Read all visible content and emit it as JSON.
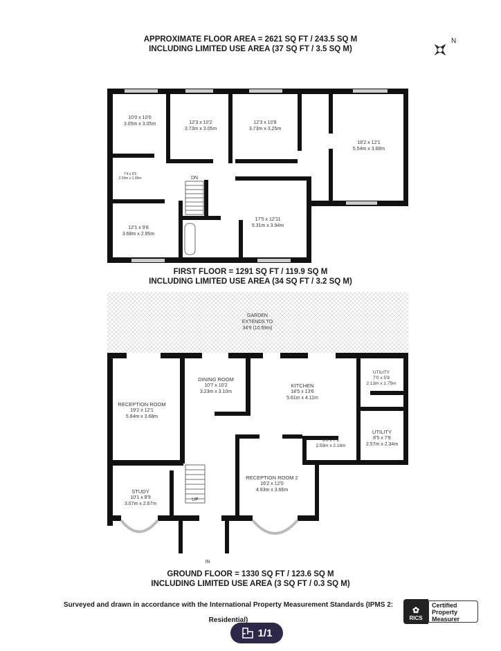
{
  "header": {
    "total_area": "APPROXIMATE FLOOR AREA = 2621 SQ FT / 243.5 SQ M",
    "total_limited": "INCLUDING LIMITED USE AREA (37 SQ FT / 3.5 SQ M)",
    "compass_label": "N"
  },
  "first_floor": {
    "area": "FIRST FLOOR = 1291 SQ FT / 119.9 SQ M",
    "limited": "INCLUDING LIMITED USE AREA (34 SQ FT / 3.2 SQ M)",
    "stairs": "DN",
    "rooms": [
      {
        "imperial": "10'0 x 10'0",
        "metric": "3.05m x 3.05m"
      },
      {
        "imperial": "12'3 x 10'2",
        "metric": "3.73m x 3.05m"
      },
      {
        "imperial": "12'3 x 10'8",
        "metric": "3.73m x 3.25m"
      },
      {
        "imperial": "18'2 x 12'1",
        "metric": "5.54m x 3.68m"
      },
      {
        "imperial": "7'4 x 6'5",
        "metric": "2.24m x 1.96m"
      },
      {
        "imperial": "12'1 x 9'8",
        "metric": "3.68m x 2.95m"
      },
      {
        "imperial": "17'5 x 12'11",
        "metric": "5.31m x 3.94m"
      }
    ]
  },
  "ground_floor": {
    "area": "GROUND FLOOR = 1330 SQ FT / 123.6 SQ M",
    "limited": "INCLUDING LIMITED USE AREA (3 SQ FT / 0.3 SQ M)",
    "garden": {
      "line1": "GARDEN",
      "line2": "EXTENDS TO",
      "line3": "34'9 (10.59m)"
    },
    "stairs": "UP",
    "entrance": "IN",
    "rooms": [
      {
        "name": "RECEPTION ROOM",
        "imperial": "19'2 x 12'1",
        "metric": "5.84m x 3.68m"
      },
      {
        "name": "DINING ROOM",
        "imperial": "10'7 x 10'2",
        "metric": "3.23m x 3.10m"
      },
      {
        "name": "KITCHEN",
        "imperial": "18'5 x 13'6",
        "metric": "5.61m x 4.11m"
      },
      {
        "name": "UTILITY",
        "imperial": "7'0 x 5'9",
        "metric": "2.13m x 1.75m"
      },
      {
        "name": "UTILITY",
        "imperial": "8'5 x 7'8",
        "metric": "2.57m x 2.34m"
      },
      {
        "name": "",
        "imperial": "8'6 x 7'1",
        "metric": "2.59m x 2.16m"
      },
      {
        "name": "STUDY",
        "imperial": "10'1 x 8'9",
        "metric": "3.07m x 2.67m"
      },
      {
        "name": "RECEPTION ROOM 2",
        "imperial": "16'2 x 12'0",
        "metric": "4.93m x 3.66m"
      }
    ]
  },
  "footer": {
    "statement_line1": "Surveyed and drawn in accordance with the International Property Measurement Standards (IPMS 2:",
    "statement_line2": "Residential)",
    "badge_brand": "RICS",
    "badge_text1": "Certified",
    "badge_text2": "Property",
    "badge_text3": "Measurer"
  },
  "pager": {
    "icon": "floorplan-icon",
    "label": "1/1"
  }
}
